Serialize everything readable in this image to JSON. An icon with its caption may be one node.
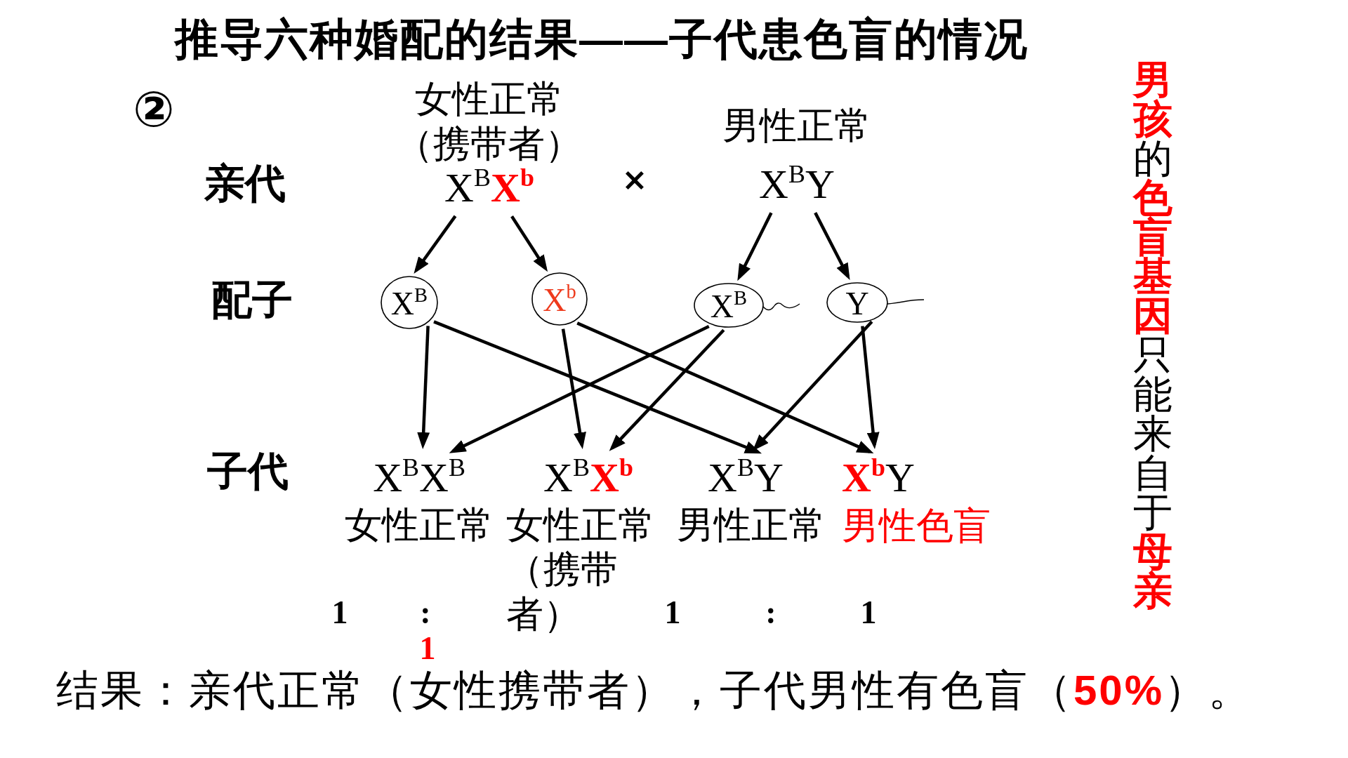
{
  "diagram": {
    "title": "推导六种婚配的结果——子代患色盲的情况",
    "nodes": [
      {
        "text": [
          "女性正常（携带者）",
          "X$^{B}$**X$^{b}$**"
        ]
      },
      {
        "text": [
          "男性正常",
          "X$^{B}$Y"
        ]
      },
      {
        "text": [
          "X$^{B}$"
        ]
      },
      {
        "text": [
          "X$^{b}$"
        ]
      },
      {
        "text": [
          "X$^{B}$"
        ]
      },
      {
        "text": [
          "Y"
        ]
      },
      {
        "text": [
          "X$^{B}$X$^{B}$",
          "女性正常"
        ]
      },
      {
        "text": [
          "X$^{B}$**X$^{b}$**",
          "女性正常（携带者）"
        ]
      },
      {
        "text": [
          "X$^{B}$Y",
          "男性正常"
        ]
      },
      {
        "text": [
          "**X$^{b}$**Y",
          "男性色盲"
        ]
      }
    ],
    "edges": [
      {
        "from": 0,
        "to": 2,
        "arrow": "to"
      },
      {
        "from": 0,
        "to": 3,
        "arrow": "to"
      },
      {
        "from": 1,
        "to": 4,
        "arrow": "to"
      },
      {
        "from": 1,
        "to": 5,
        "arrow": "to"
      },
      {
        "from": 2,
        "to": 6,
        "arrow": "to"
      },
      {
        "from": 2,
        "to": 8,
        "arrow": "to"
      },
      {
        "from": 3,
        "to": 7,
        "arrow": "to"
      },
      {
        "from": 3,
        "to": 9,
        "arrow": "to"
      },
      {
        "from": 4,
        "to": 6,
        "arrow": "to"
      },
      {
        "from": 4,
        "to": 7,
        "arrow": "to"
      },
      {
        "from": 5,
        "to": 8,
        "arrow": "to"
      },
      {
        "from": 5,
        "to": 9,
        "arrow": "to"
      }
    ],
    "labels": [
      "②",
      "亲代",
      "×",
      "配子",
      "子代",
      "1",
      ":",
      "1",
      ":",
      "1",
      "1",
      "结果：亲代正常（女性携带者），子代男性有色盲（**50%**）。",
      "**男孩**的**色盲基因**只能来自于**母亲**"
    ]
  }
}
